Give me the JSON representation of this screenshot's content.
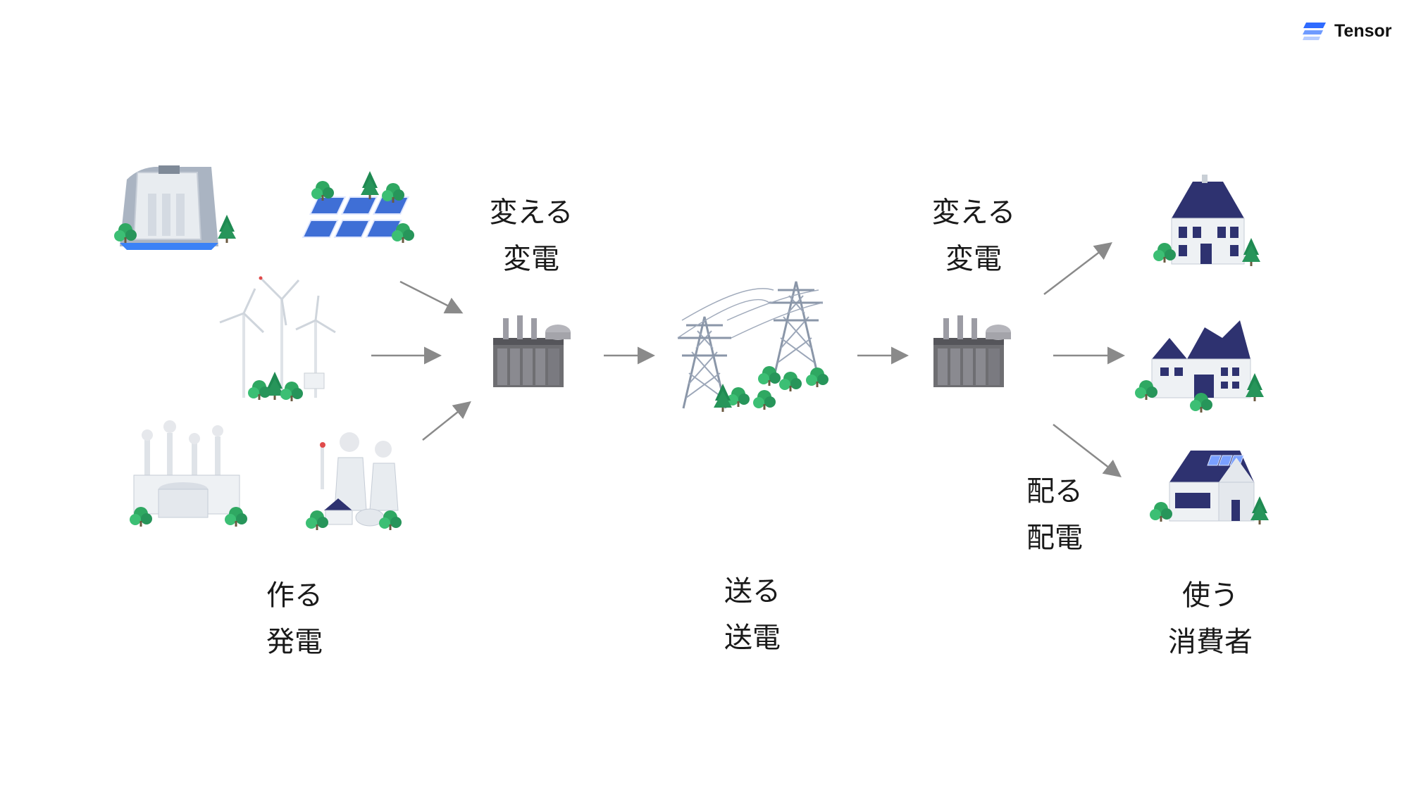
{
  "brand": {
    "name": "Tensor"
  },
  "stages": {
    "generate": {
      "verb": "作る",
      "noun": "発電"
    },
    "transform1": {
      "verb": "変える",
      "noun": "変電"
    },
    "transmit": {
      "verb": "送る",
      "noun": "送電"
    },
    "transform2": {
      "verb": "変える",
      "noun": "変電"
    },
    "distribute": {
      "verb": "配る",
      "noun": "配電"
    },
    "consume": {
      "verb": "使う",
      "noun": "消費者"
    }
  },
  "icons": {
    "generation": [
      "hydro-dam-icon",
      "solar-panels-icon",
      "wind-turbines-icon",
      "thermal-plant-icon",
      "nuclear-plant-icon"
    ],
    "substation": "transformer-icon",
    "transmission": "power-tower-icon",
    "consumers": [
      "house-icon",
      "factory-icon",
      "solar-house-icon"
    ]
  },
  "colors": {
    "arrow": "#8a8a8a",
    "text": "#1a1a1a",
    "brand": "#2f6bff",
    "roof": "#2e3270",
    "tree": "#2fa862",
    "panel": "#3f6fd6"
  }
}
